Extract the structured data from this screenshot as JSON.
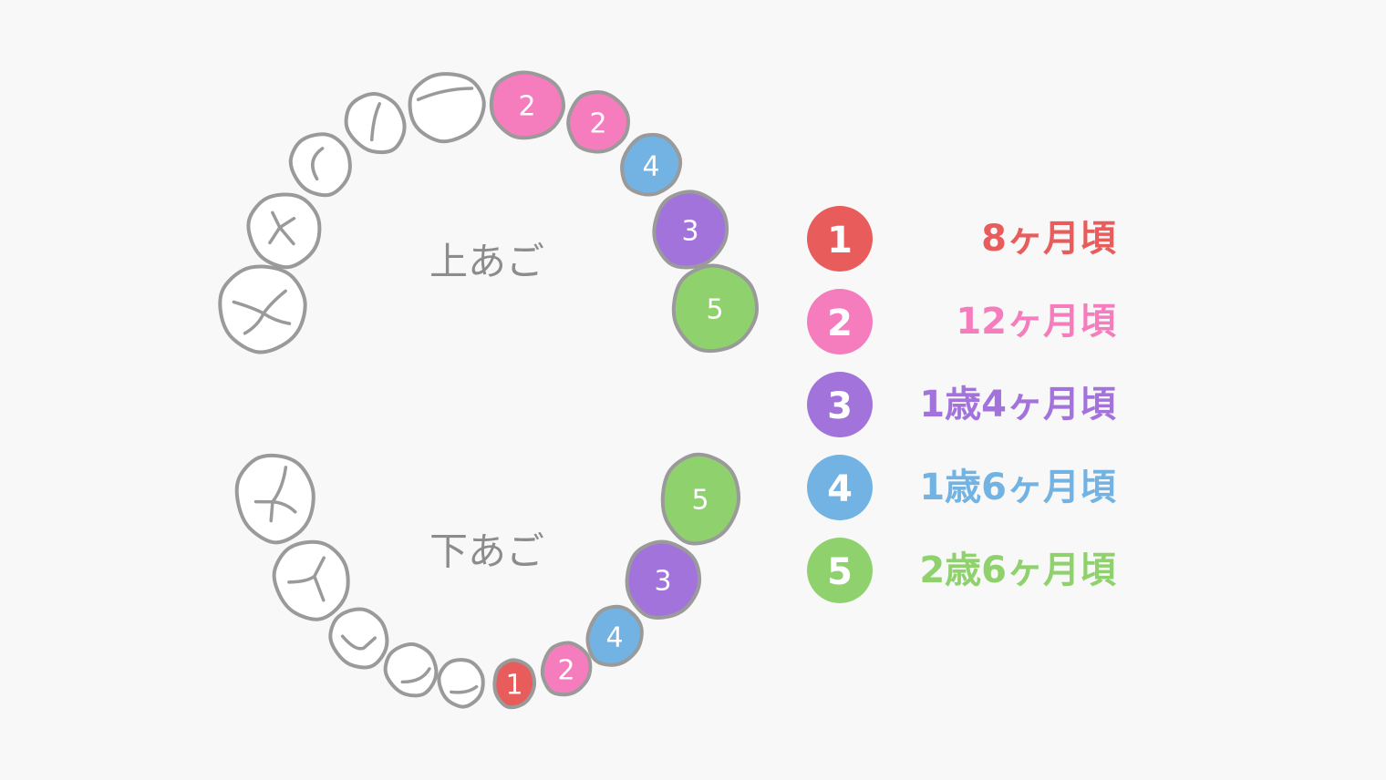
{
  "jaws": {
    "upper_label": "上あご",
    "lower_label": "下あご"
  },
  "colors": {
    "1": "#e85c5c",
    "2": "#f57dbd",
    "3": "#a274db",
    "4": "#72b3e3",
    "5": "#8fd16c",
    "empty": "#ffffff"
  },
  "upper_teeth": [
    "",
    "",
    "",
    "",
    "",
    "2",
    "2",
    "4",
    "3",
    "5"
  ],
  "lower_teeth": [
    "",
    "",
    "",
    "",
    "",
    "1",
    "2",
    "4",
    "3",
    "5"
  ],
  "legend": [
    {
      "num": "1",
      "label": "8ヶ月頃"
    },
    {
      "num": "2",
      "label": "12ヶ月頃"
    },
    {
      "num": "3",
      "label": "1歳4ヶ月頃"
    },
    {
      "num": "4",
      "label": "1歳6ヶ月頃"
    },
    {
      "num": "5",
      "label": "2歳6ヶ月頃"
    }
  ]
}
